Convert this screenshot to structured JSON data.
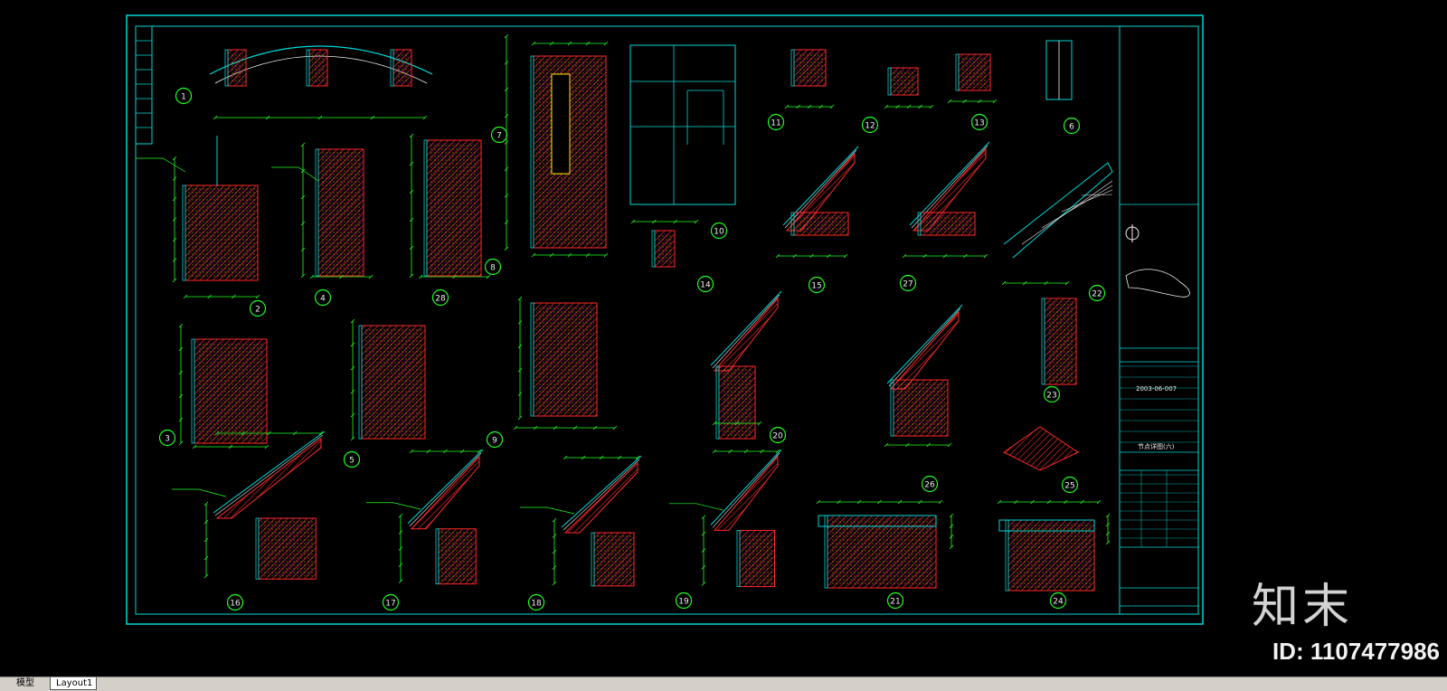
{
  "colors": {
    "background": "#000000",
    "frame": "#00d8d8",
    "red": "#ff2a2a",
    "green": "#20ff20",
    "yellow": "#ffe000",
    "magenta": "#ff20ff",
    "white": "#f0f0f0"
  },
  "tabs": {
    "model": "模型",
    "layout": "Layout1"
  },
  "watermark": {
    "brand": "知末",
    "id": "ID: 1107477986"
  },
  "drawing": {
    "callouts": [
      "1",
      "2",
      "3",
      "4",
      "5",
      "6",
      "7",
      "8",
      "9",
      "10",
      "11",
      "12",
      "13",
      "14",
      "15",
      "16",
      "17",
      "18",
      "19",
      "20",
      "21",
      "22",
      "23",
      "24",
      "25",
      "26",
      "27",
      "28"
    ],
    "titleblock": {
      "date": "2003-06-007",
      "sheet_title": "节点详图(六)"
    }
  }
}
